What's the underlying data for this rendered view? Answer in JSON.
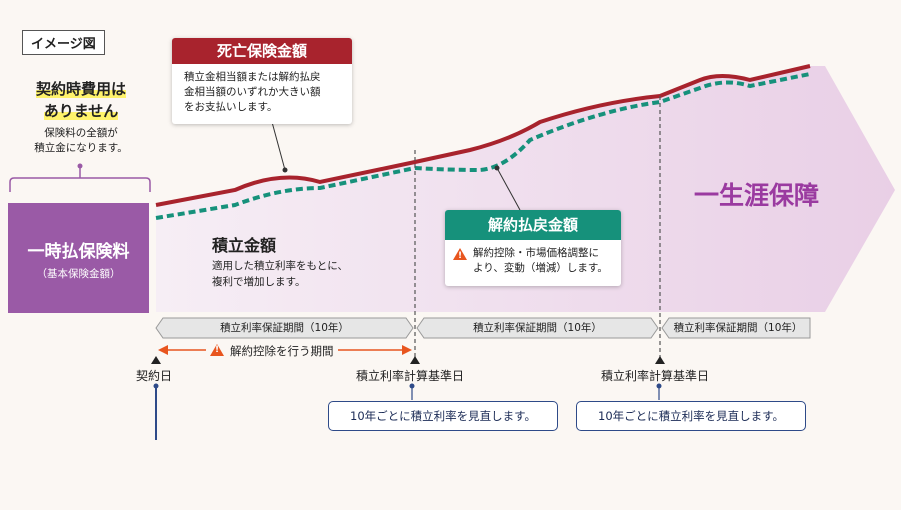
{
  "image_tag": "イメージ図",
  "left_panel": {
    "no_fee_line1": "契約時費用は",
    "no_fee_line2": "ありません",
    "no_fee_note_line1": "保険料の全額が",
    "no_fee_note_line2": "積立金になります。",
    "premium_title": "一時払保険料",
    "premium_sub": "（基本保険金額）"
  },
  "death_benefit": {
    "title": "死亡保険金額",
    "line1": "積立金相当額または解約払戻",
    "line2": "金相当額のいずれか大きい額",
    "line3": "をお支払いします。"
  },
  "surrender": {
    "title": "解約払戻金額",
    "line1": "解約控除・市場価格調整に",
    "line2": "より、変動（増減）します。"
  },
  "accumulation": {
    "title": "積立金額",
    "line1": "適用した積立利率をもとに、",
    "line2": "複利で増加します。"
  },
  "lifetime_label": "一生涯保障",
  "periods": [
    "積立利率保証期間（10年）",
    "積立利率保証期間（10年）",
    "積立利率保証期間（10年）"
  ],
  "deduction_period": "解約控除を行う期間",
  "dates": {
    "contract": "契約日",
    "base1": "積立利率計算基準日",
    "base2": "積立利率計算基準日"
  },
  "reviews": [
    "10年ごとに積立利率を見直します。",
    "10年ごとに積立利率を見直します。"
  ],
  "colors": {
    "death_red": "#a8232d",
    "surrender_green": "#16917b",
    "premium_purple": "#9a5aa6",
    "lifetime_purple": "#9a3aa0",
    "warning_orange": "#e8551e"
  }
}
